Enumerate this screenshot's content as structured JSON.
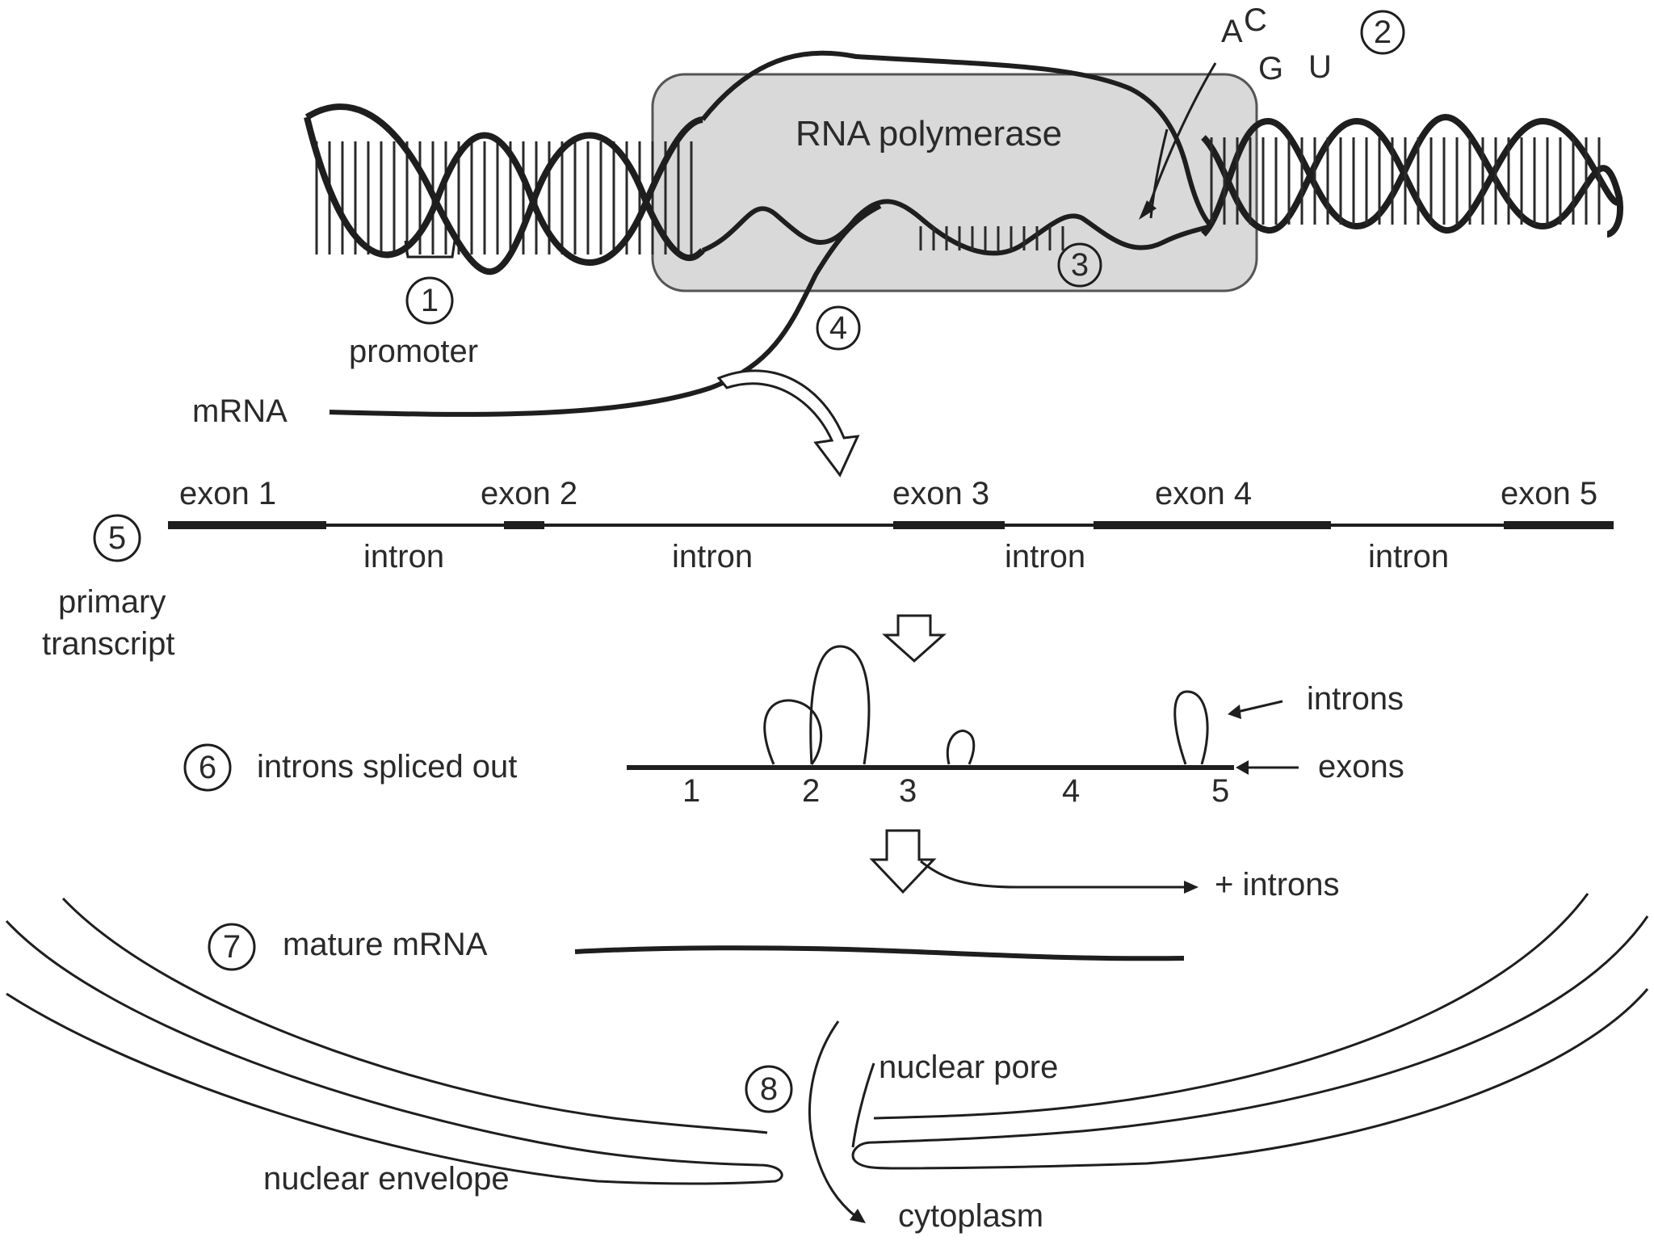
{
  "labels": {
    "rna_polymerase": "RNA polymerase",
    "promoter": "promoter",
    "mrna": "mRNA",
    "nucleotides": [
      "A",
      "C",
      "G",
      "U"
    ],
    "exons": [
      "exon 1",
      "exon 2",
      "exon 3",
      "exon 4",
      "exon 5"
    ],
    "introns": [
      "intron",
      "intron",
      "intron",
      "intron"
    ],
    "primary_transcript": [
      "primary",
      "transcript"
    ],
    "introns_spliced_out": "introns spliced out",
    "splice_numbers": [
      "1",
      "2",
      "3",
      "4",
      "5"
    ],
    "introns_pointer": "introns",
    "exons_pointer": "exons",
    "plus_introns": "+ introns",
    "mature_mrna": "mature mRNA",
    "nuclear_pore": "nuclear pore",
    "nuclear_envelope": "nuclear envelope",
    "cytoplasm": "cytoplasm"
  },
  "steps": [
    "1",
    "2",
    "3",
    "4",
    "5",
    "6",
    "7",
    "8"
  ],
  "colors": {
    "line": "#1e1e1e",
    "polymerase_fill": "#d9d9d9",
    "polymerase_stroke": "#555555",
    "text": "#2a2a2a"
  }
}
